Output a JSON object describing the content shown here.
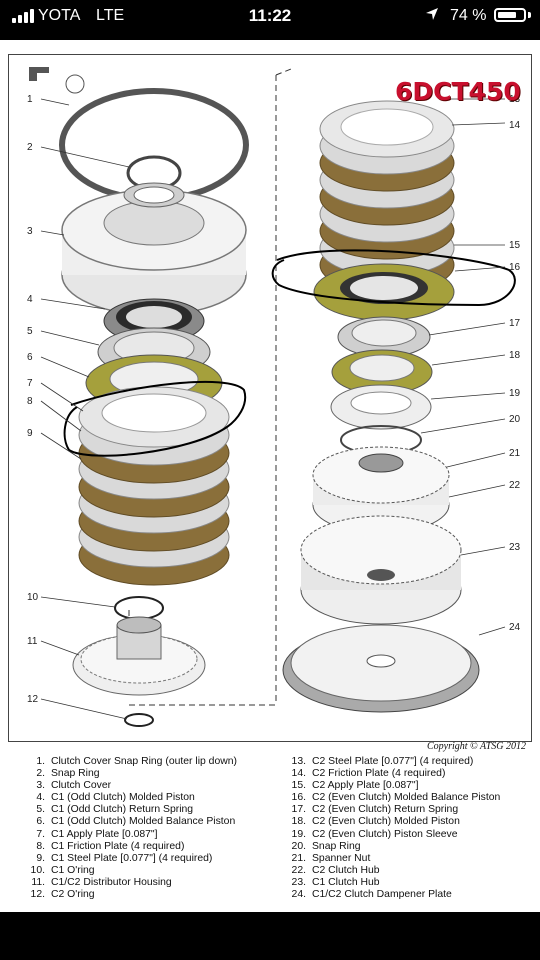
{
  "status_bar": {
    "carrier": "YOTA",
    "network": "LTE",
    "time": "11:22",
    "location_icon": "location-arrow-icon",
    "battery_percent": "74 %",
    "battery_level": 0.74
  },
  "diagram": {
    "logo": "6DCT450",
    "copyright": "Copyright © ATSG 2012",
    "callouts_left": [
      "1",
      "2",
      "3",
      "4",
      "5",
      "6",
      "7",
      "8",
      "9",
      "10",
      "11",
      "12"
    ],
    "callouts_right": [
      "13",
      "14",
      "15",
      "16",
      "17",
      "18",
      "19",
      "20",
      "21",
      "22",
      "23",
      "24"
    ],
    "colors": {
      "friction": "#8a6f3a",
      "friction_dark": "#5e4a24",
      "steel": "#d9d9d9",
      "piston": "#a5a03c",
      "annotation": "#000000"
    }
  },
  "legend": {
    "left": [
      {
        "num": "1.",
        "text": "Clutch Cover Snap Ring (outer lip down)"
      },
      {
        "num": "2.",
        "text": "Snap Ring"
      },
      {
        "num": "3.",
        "text": "Clutch Cover"
      },
      {
        "num": "4.",
        "text": "C1 (Odd Clutch) Molded Piston"
      },
      {
        "num": "5.",
        "text": "C1 (Odd Clutch) Return Spring"
      },
      {
        "num": "6.",
        "text": "C1 (Odd Clutch) Molded Balance Piston"
      },
      {
        "num": "7.",
        "text": "C1 Apply Plate [0.087\"]"
      },
      {
        "num": "8.",
        "text": "C1 Friction Plate (4 required)"
      },
      {
        "num": "9.",
        "text": "C1 Steel Plate [0.077\"] (4 required)"
      },
      {
        "num": "10.",
        "text": "C1 O'ring"
      },
      {
        "num": "11.",
        "text": "C1/C2 Distributor Housing"
      },
      {
        "num": "12.",
        "text": "C2 O'ring"
      }
    ],
    "right": [
      {
        "num": "13.",
        "text": "C2 Steel Plate [0.077\"] (4 required)"
      },
      {
        "num": "14.",
        "text": "C2 Friction Plate (4 required)"
      },
      {
        "num": "15.",
        "text": "C2 Apply Plate [0.087\"]"
      },
      {
        "num": "16.",
        "text": "C2 (Even Clutch) Molded Balance Piston"
      },
      {
        "num": "17.",
        "text": "C2 (Even Clutch) Return Spring"
      },
      {
        "num": "18.",
        "text": "C2 (Even Clutch) Molded Piston"
      },
      {
        "num": "19.",
        "text": "C2 (Even Clutch) Piston Sleeve"
      },
      {
        "num": "20.",
        "text": "Snap Ring"
      },
      {
        "num": "21.",
        "text": "Spanner Nut"
      },
      {
        "num": "22.",
        "text": "C2 Clutch Hub"
      },
      {
        "num": "23.",
        "text": "C1 Clutch Hub"
      },
      {
        "num": "24.",
        "text": "C1/C2 Clutch Dampener Plate"
      }
    ]
  }
}
